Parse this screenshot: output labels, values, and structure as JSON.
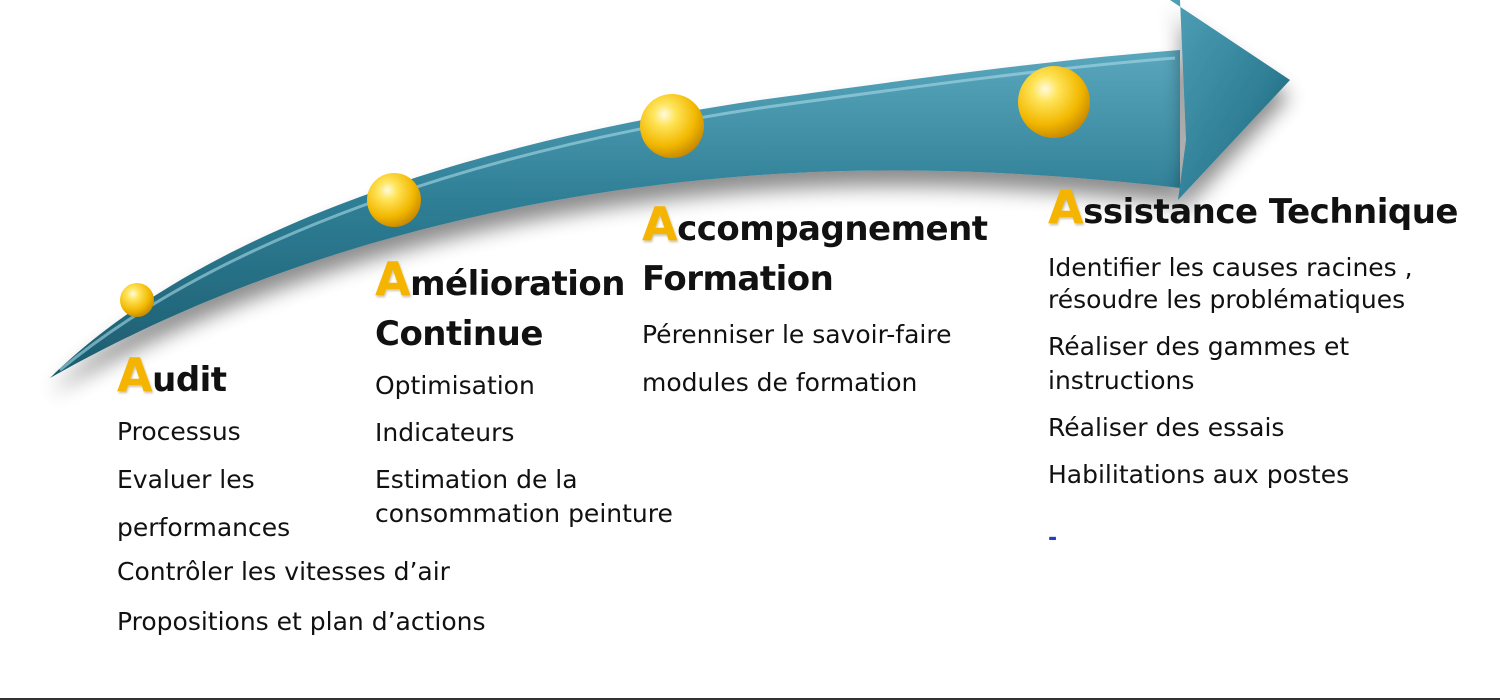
{
  "colors": {
    "arrow": "#2f7f96",
    "arrow_light": "#5aa7bd",
    "arrow_dark": "#1c5b6e",
    "bubble": "#f5c400",
    "initial_letter": "#f4b400",
    "text": "#111111",
    "dash": "#1f3fcf"
  },
  "stages": [
    {
      "initial": "A",
      "title_line1": "udit",
      "title_line2": "",
      "items": [
        "Processus",
        "Evaluer  les",
        "performances",
        "Contrôler  les vitesses d’air",
        "Propositions et plan d’actions"
      ]
    },
    {
      "initial": "A",
      "title_line1": "mélioration",
      "title_line2": "Continue",
      "items": [
        "Optimisation",
        "Indicateurs",
        "Estimation de la",
        "consommation peinture"
      ]
    },
    {
      "initial": "A",
      "title_line1": "ccompagnement",
      "title_line2": "Formation",
      "items": [
        "Pérenniser le savoir-faire",
        "modules de formation"
      ]
    },
    {
      "initial": "A",
      "title_line1": "ssistance  Technique",
      "title_line2": "",
      "items": [
        "Identifier les causes racines ,",
        "résoudre les problématiques",
        "Réaliser des gammes et",
        "instructions",
        "Réaliser des essais",
        "Habilitations  aux  postes"
      ],
      "trailing_mark": "-"
    }
  ]
}
